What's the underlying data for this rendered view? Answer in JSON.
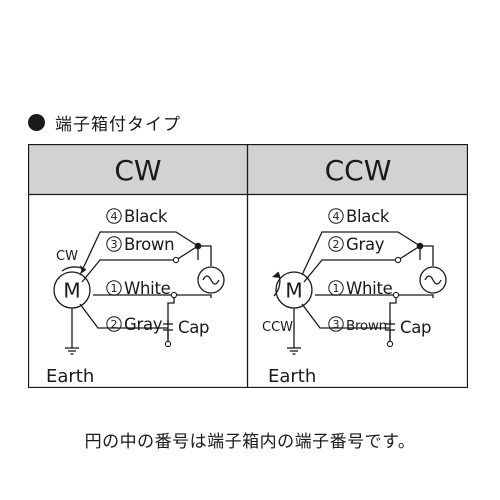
{
  "heading": {
    "bullet_icon": "filled-circle-icon",
    "title": "端子箱付タイプ"
  },
  "columns": [
    {
      "header": "CW",
      "motor_label": "M",
      "direction_label": "CW",
      "earth_label": "Earth",
      "cap_label": "Cap",
      "wires": [
        {
          "number": "4",
          "color": "Black"
        },
        {
          "number": "3",
          "color": "Brown"
        },
        {
          "number": "1",
          "color": "White"
        },
        {
          "number": "2",
          "color": "Gray"
        }
      ]
    },
    {
      "header": "CCW",
      "motor_label": "M",
      "direction_label": "CCW",
      "earth_label": "Earth",
      "cap_label": "Cap",
      "wires": [
        {
          "number": "4",
          "color": "Black"
        },
        {
          "number": "2",
          "color": "Gray"
        },
        {
          "number": "1",
          "color": "White"
        },
        {
          "number": "3",
          "color": "Brown"
        }
      ]
    }
  ],
  "footer": "円の中の番号は端子箱内の端子番号です。",
  "colors": {
    "header_bg": "#d2d2d2",
    "line": "#1a1a1a",
    "background": "#ffffff"
  }
}
